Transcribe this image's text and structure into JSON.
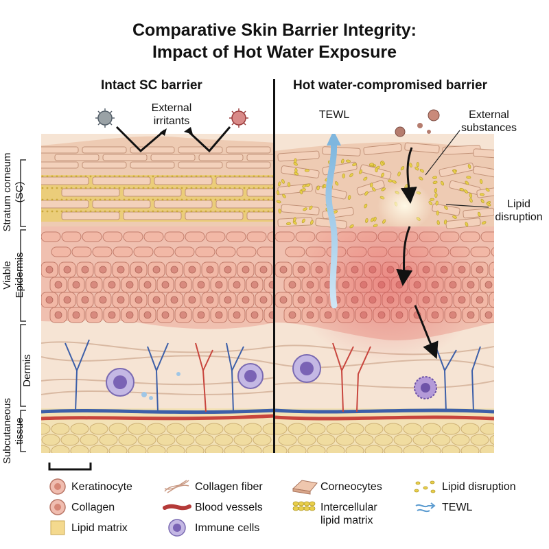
{
  "title_line1": "Comparative Skin Barrier Integrity:",
  "title_line2": "Impact of Hot Water Exposure",
  "panels": {
    "left": "Intact SC barrier",
    "right": "Hot water-compromised barrier"
  },
  "layers": {
    "sc": "Stratum corneum (SC)",
    "sc_line1": "Stratum corneum",
    "sc_line2": "(SC)",
    "epidermis_line1": "Viable",
    "epidermis_line2": "Epidermis",
    "dermis": "Dermis",
    "subq_line1": "Subcutaneous",
    "subq_line2": "tissue"
  },
  "annotations": {
    "external_irritants": "External irritants",
    "external_irritants_l1": "External",
    "external_irritants_l2": "irritants",
    "tewl": "TEWL",
    "external_substances_l1": "External",
    "external_substances_l2": "substances",
    "lipid_disruption_l1": "Lipid",
    "lipid_disruption_l2": "disruption"
  },
  "legend": [
    {
      "icon": "keratinocyte-icon",
      "label": "Keratinocyte"
    },
    {
      "icon": "collagen-fiber-icon",
      "label": "Collagen fiber"
    },
    {
      "icon": "corneocytes-icon",
      "label": "Corneocytes"
    },
    {
      "icon": "lipid-disruption-icon",
      "label": "Lipid disruption"
    },
    {
      "icon": "collagen-icon",
      "label": "Collagen"
    },
    {
      "icon": "blood-vessels-icon",
      "label": "Blood vessels"
    },
    {
      "icon": "intercellular-lipid-matrix-icon",
      "label": "Intercellular lipid matrix",
      "label_l1": "Intercellular",
      "label_l2": "lipid matrix"
    },
    {
      "icon": "tewl-icon",
      "label": "TEWL"
    },
    {
      "icon": "lipid-matrix-icon",
      "label": "Lipid matrix"
    },
    {
      "icon": "immune-cells-icon",
      "label": "Immune cells"
    }
  ],
  "colors": {
    "corneocyte": "#efc7ae",
    "lipid": "#e9cf4a",
    "keratinocyte": "#ebab9b",
    "nucleus": "#d88a7e",
    "dermis": "#f6e3d3",
    "vessel_red": "#c8453d",
    "vessel_blue": "#3d5fa8",
    "fat": "#f0dca0",
    "tewl": "#8cbfe0",
    "immune": "#8a78c0"
  }
}
